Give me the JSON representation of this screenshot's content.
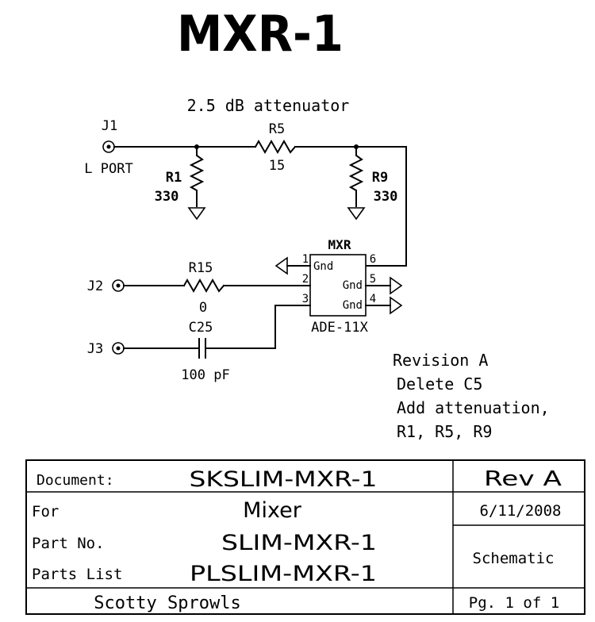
{
  "title": "MXR-1",
  "attenuator_label": "2.5 dB attenuator",
  "connectors": {
    "j1": {
      "ref": "J1",
      "name": "L PORT"
    },
    "j2": {
      "ref": "J2"
    },
    "j3": {
      "ref": "J3"
    }
  },
  "components": {
    "r1": {
      "ref": "R1",
      "value": "330"
    },
    "r5": {
      "ref": "R5",
      "value": "15"
    },
    "r9": {
      "ref": "R9",
      "value": "330"
    },
    "r15": {
      "ref": "R15",
      "value": "0"
    },
    "c25": {
      "ref": "C25",
      "value": "100 pF"
    }
  },
  "mixer": {
    "ref": "MXR",
    "part": "ADE-11X",
    "pins": {
      "p1": "1",
      "p2": "2",
      "p3": "3",
      "p4": "4",
      "p5": "5",
      "p6": "6"
    },
    "gnd_label": "Gnd"
  },
  "revision_notes": [
    "Revision A",
    "Delete C5",
    "Add attenuation,",
    "R1, R5, R9"
  ],
  "title_block": {
    "document_label": "Document:",
    "document_value": "SKSLIM-MXR-1",
    "rev": "Rev A",
    "for_label": "For",
    "for_value": "Mixer",
    "date": "6/11/2008",
    "part_label": "Part No.",
    "part_value": "SLIM-MXR-1",
    "type": "Schematic",
    "parts_list_label": "Parts List",
    "parts_list_value": "PLSLIM-MXR-1",
    "author": "Scotty Sprowls",
    "page": "Pg. 1 of 1"
  }
}
